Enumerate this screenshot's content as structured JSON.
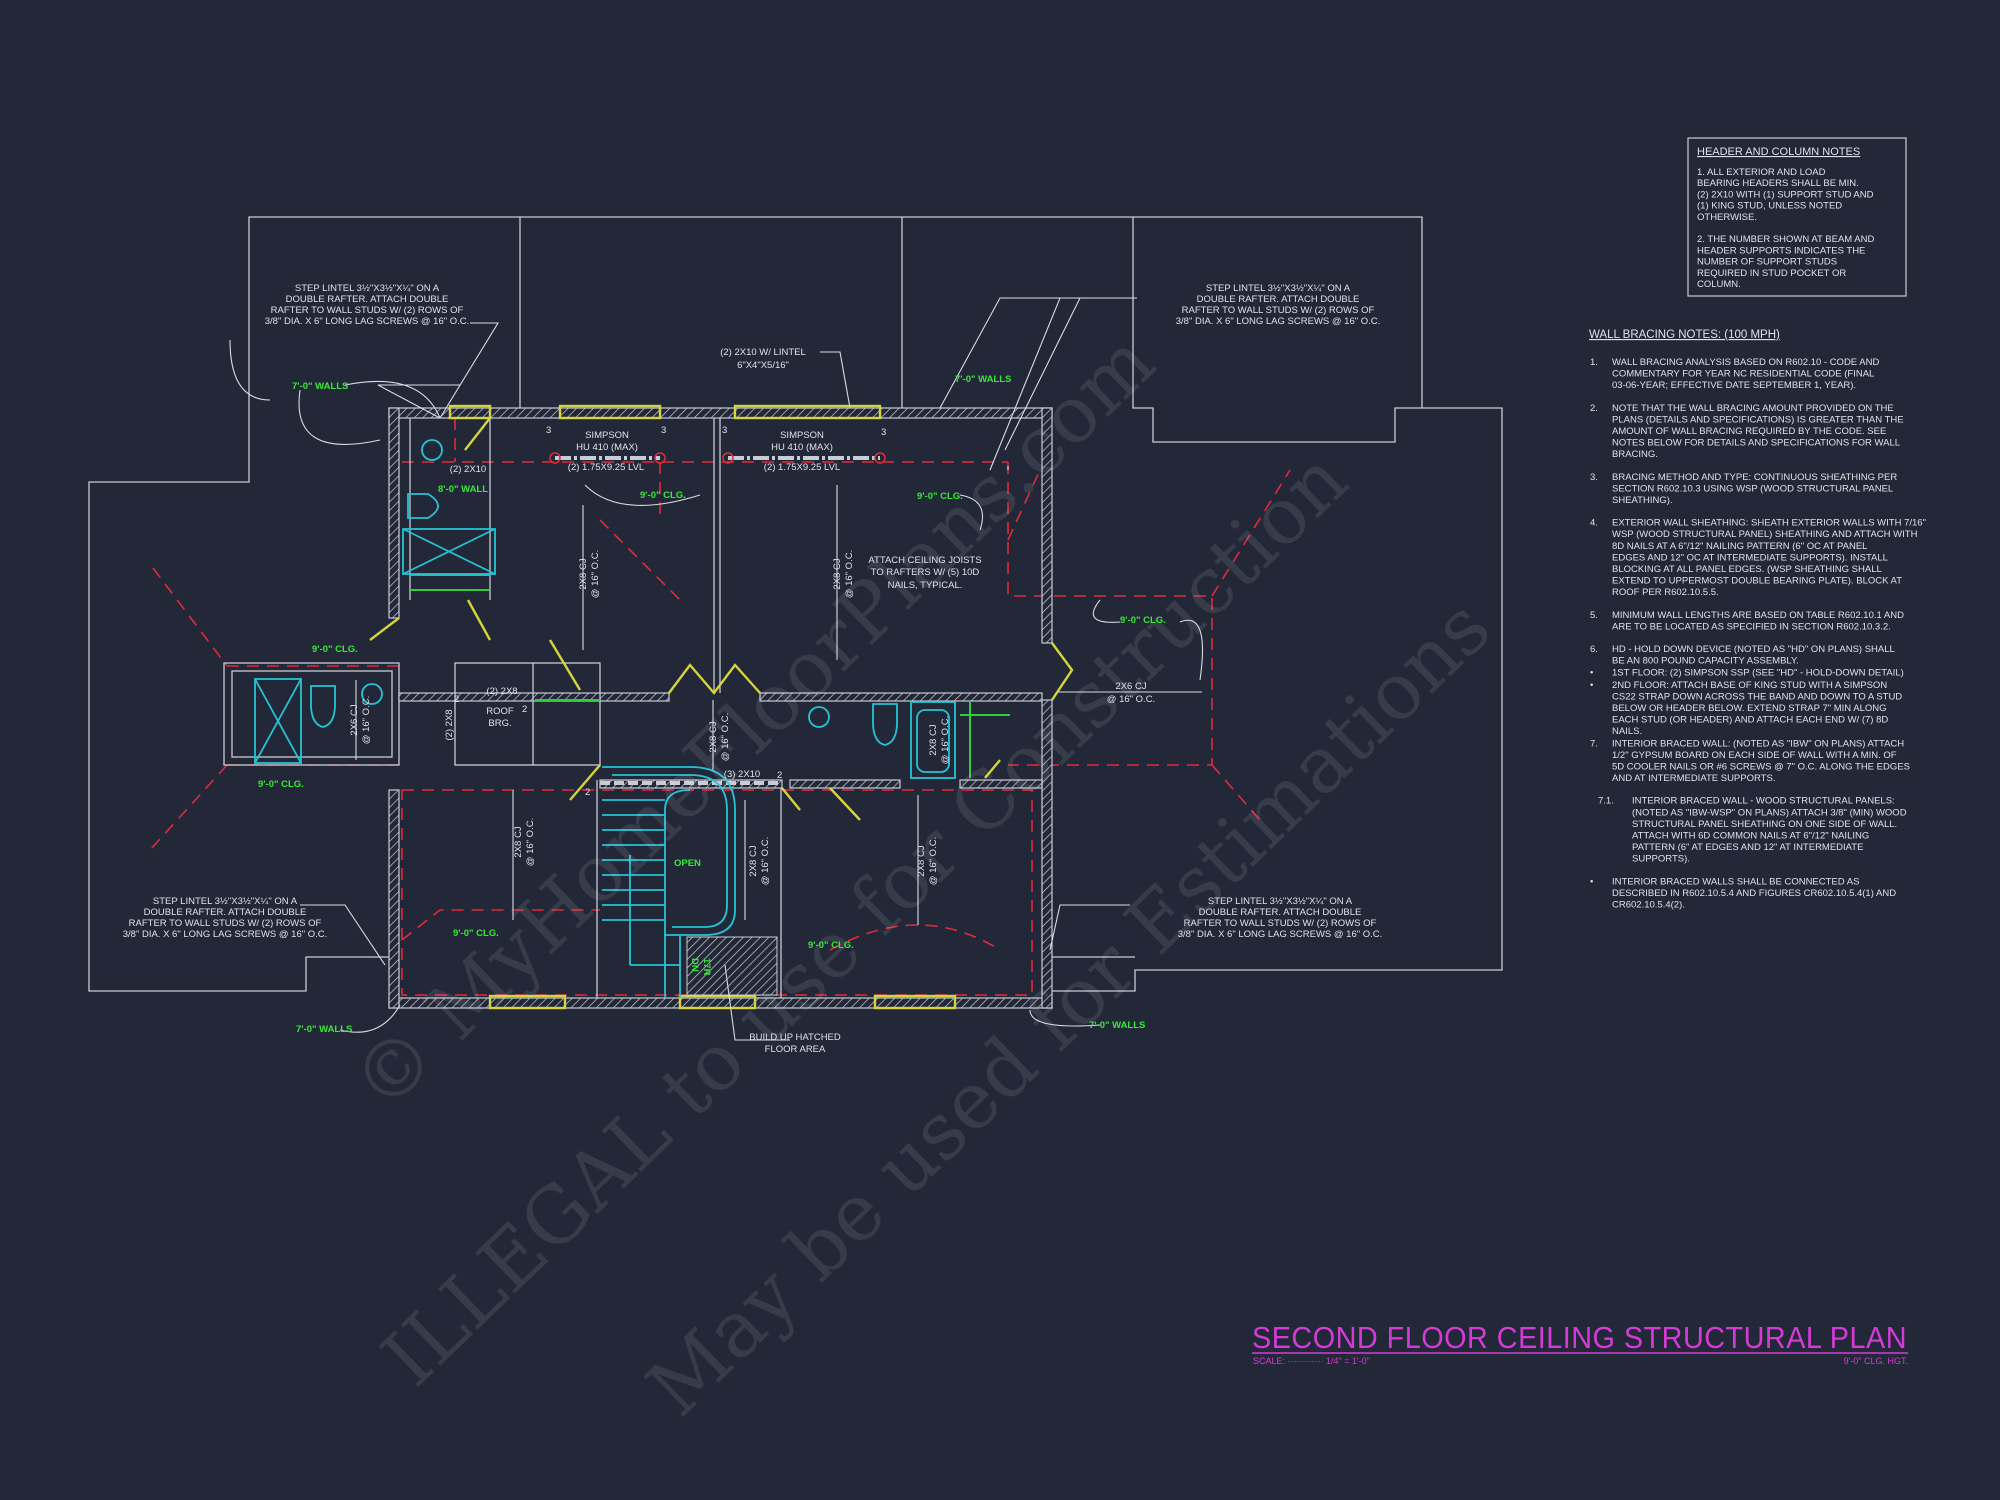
{
  "title": {
    "main": "SECOND FLOOR CEILING STRUCTURAL PLAN",
    "scale": "SCALE: ············ 1/4\" = 1'-0\"",
    "ceiling_height": "9'-0\" CLG. HGT."
  },
  "watermark": [
    "© MyHomeFloorPlans.com",
    "ILLEGAL to use for Construction",
    "May be used for Estimations"
  ],
  "header_notes": {
    "title": "HEADER AND COLUMN NOTES",
    "lines": [
      "1. ALL EXTERIOR AND LOAD",
      "BEARING HEADERS SHALL BE MIN.",
      "(2) 2x10 WITH (1) SUPPORT STUD AND",
      "(1) KING STUD, UNLESS NOTED",
      "OTHERWISE.",
      "",
      "2. THE NUMBER SHOWN AT BEAM AND",
      "HEADER SUPPORTS INDICATES THE",
      "NUMBER OF SUPPORT STUDS",
      "REQUIRED IN STUD POCKET OR",
      "COLUMN."
    ]
  },
  "wall_bracing": {
    "title": "WALL BRACING NOTES: (100 MPH)",
    "items": [
      {
        "num": "1.",
        "lines": [
          "WALL BRACING ANALYSIS BASED ON R602.10 - CODE AND",
          "COMMENTARY FOR YEAR NC RESIDENTIAL CODE (FINAL",
          "03-06-YEAR; EFFECTIVE DATE SEPTEMBER 1, YEAR)."
        ]
      },
      {
        "num": "2.",
        "lines": [
          "NOTE THAT THE WALL BRACING AMOUNT PROVIDED ON THE",
          "PLANS (DETAILS AND SPECIFICATIONS) IS GREATER THAN THE",
          "AMOUNT OF WALL BRACING REQUIRED BY THE CODE. SEE",
          "NOTES BELOW FOR DETAILS AND SPECIFICATIONS FOR WALL",
          "BRACING."
        ]
      },
      {
        "num": "3.",
        "lines": [
          "BRACING METHOD AND TYPE: CONTINUOUS SHEATHING PER",
          "SECTION R602.10.3 USING WSP (WOOD STRUCTURAL PANEL",
          "SHEATHING)."
        ]
      },
      {
        "num": "4.",
        "lines": [
          "EXTERIOR WALL SHEATHING: SHEATH EXTERIOR WALLS WITH 7/16\"",
          "WSP (WOOD STRUCTURAL PANEL) SHEATHING AND ATTACH WITH",
          "8d NAILS AT A 6\"/12\" NAILING PATTERN (6\" OC AT PANEL",
          "EDGES AND 12\" OC AT INTERMEDIATE SUPPORTS). INSTALL",
          "BLOCKING AT ALL PANEL EDGES. (WSP SHEATHING SHALL",
          "EXTEND TO UPPERMOST DOUBLE BEARING PLATE). BLOCK AT",
          "ROOF PER R602.10.5.5."
        ]
      },
      {
        "num": "5.",
        "lines": [
          "MINIMUM WALL LENGTHS ARE BASED ON TABLE R602.10.1 AND",
          "ARE TO BE LOCATED AS SPECIFIED IN SECTION R602.10.3.2."
        ]
      },
      {
        "num": "6.",
        "lines": [
          "HD - HOLD DOWN DEVICE (NOTED AS \"HD\" ON PLANS) SHALL",
          "BE AN 800 POUND CAPACITY ASSEMBLY."
        ]
      },
      {
        "num": "•",
        "lines": [
          "1ST FLOOR: (2) SIMPSON SSP (SEE \"HD\" - HOLD-DOWN DETAIL)"
        ]
      },
      {
        "num": "•",
        "lines": [
          "2ND FLOOR: ATTACH BASE OF KING STUD WITH A SIMPSON",
          "CS22 STRAP DOWN ACROSS THE BAND AND DOWN TO A STUD",
          "BELOW OR HEADER BELOW.  EXTEND STRAP 7\" MIN ALONG",
          "EACH STUD (OR HEADER) AND ATTACH EACH END W/ (7) 8d",
          "NAILS."
        ]
      },
      {
        "num": "7.",
        "lines": [
          "INTERIOR BRACED WALL: (NOTED AS \"IBW\" ON PLANS) ATTACH",
          "1/2\" GYPSUM BOARD ON EACH SIDE OF WALL WITH A MIN. OF",
          "5d COOLER NAILS OR #6 SCREWS @ 7\" O.C. ALONG THE EDGES",
          "AND AT INTERMEDIATE SUPPORTS."
        ]
      },
      {
        "num": "7.1.",
        "indent": true,
        "lines": [
          "INTERIOR BRACED WALL - WOOD STRUCTURAL PANELS:",
          "(NOTED AS \"IBW-WSP\" ON PLANS) ATTACH 3/8\" (MIN) WOOD",
          "STRUCTURAL PANEL SHEATHING ON ONE SIDE OF WALL.",
          "ATTACH WITH 6d COMMON NAILS AT 6\"/12\" NAILING",
          "PATTERN (6\" AT EDGES AND 12\" AT INTERMEDIATE",
          "SUPPORTS)."
        ]
      },
      {
        "num": "•",
        "lines": [
          "INTERIOR BRACED WALLS SHALL BE CONNECTED AS",
          "DESCRIBED IN R602.10.5.4 AND FIGURES CR602.10.5.4(1) AND",
          "CR602.10.5.4(2)."
        ]
      }
    ]
  },
  "step_lintel_note": [
    "STEP LINTEL 3½\"x3½\"x¼\" ON A",
    "DOUBLE RAFTER.  ATTACH DOUBLE",
    "RAFTER TO WALL STUDS W/ (2) ROWS OF",
    "3/8\" DIA. x 6\" LONG LAG SCREWS @ 16\" O.C."
  ],
  "labels": {
    "lintel_header": [
      "(2) 2x10 W/ LINTEL",
      "6\"x4\"x5/16\""
    ],
    "simpson": [
      "SIMPSON",
      "HU 410 (MAX)"
    ],
    "lvl": "(2) 1.75x9.25 LVL",
    "stud_3": "3",
    "stud_2": "2",
    "header_2x10": "(2) 2x10",
    "header_2x8": "(2) 2x8",
    "header_3_2x10": "(3) 2x10",
    "roof_brg": [
      "ROOF",
      "BRG."
    ],
    "walls_7": "7'-0\" WALLS",
    "wall_8": "8'-0\" WALL",
    "clg_9": "9'-0\" CLG.",
    "attach_joists": [
      "ATTACH CEILING JOISTS",
      "TO RAFTERS W/ (5) 10d",
      "NAILS, TYPICAL."
    ],
    "cj_2x8": "2x8 CJ",
    "cj_2x6": "2x6 CJ",
    "oc_16": "@ 16\" O.C.",
    "open": "OPEN",
    "stair": [
      "DN",
      "17R"
    ],
    "build_up": [
      "BUILD UP HATCHED",
      "FLOOR AREA"
    ]
  },
  "colors": {
    "background": "#232839",
    "green": "#39e839",
    "magenta": "#d63ad6",
    "red": "#e02a3c",
    "yellow": "#d6d43c",
    "cyan": "#24c4d4"
  }
}
